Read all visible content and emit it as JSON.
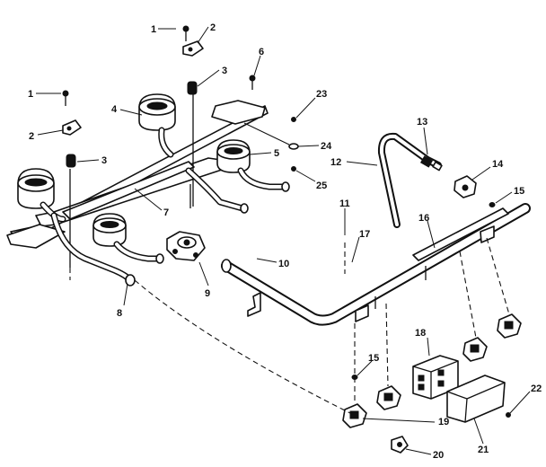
{
  "callouts": {
    "c1a": "1",
    "c1b": "1",
    "c2a": "2",
    "c2b": "2",
    "c3a": "3",
    "c3b": "3",
    "c4": "4",
    "c5": "5",
    "c6": "6",
    "c7": "7",
    "c8": "8",
    "c9": "9",
    "c10": "10",
    "c11": "11",
    "c12": "12",
    "c13": "13",
    "c14": "14",
    "c15a": "15",
    "c15b": "15",
    "c16": "16",
    "c17": "17",
    "c18": "18",
    "c19": "19",
    "c20": "20",
    "c21": "21",
    "c22": "22",
    "c23": "23",
    "c24": "24",
    "c25": "25"
  }
}
